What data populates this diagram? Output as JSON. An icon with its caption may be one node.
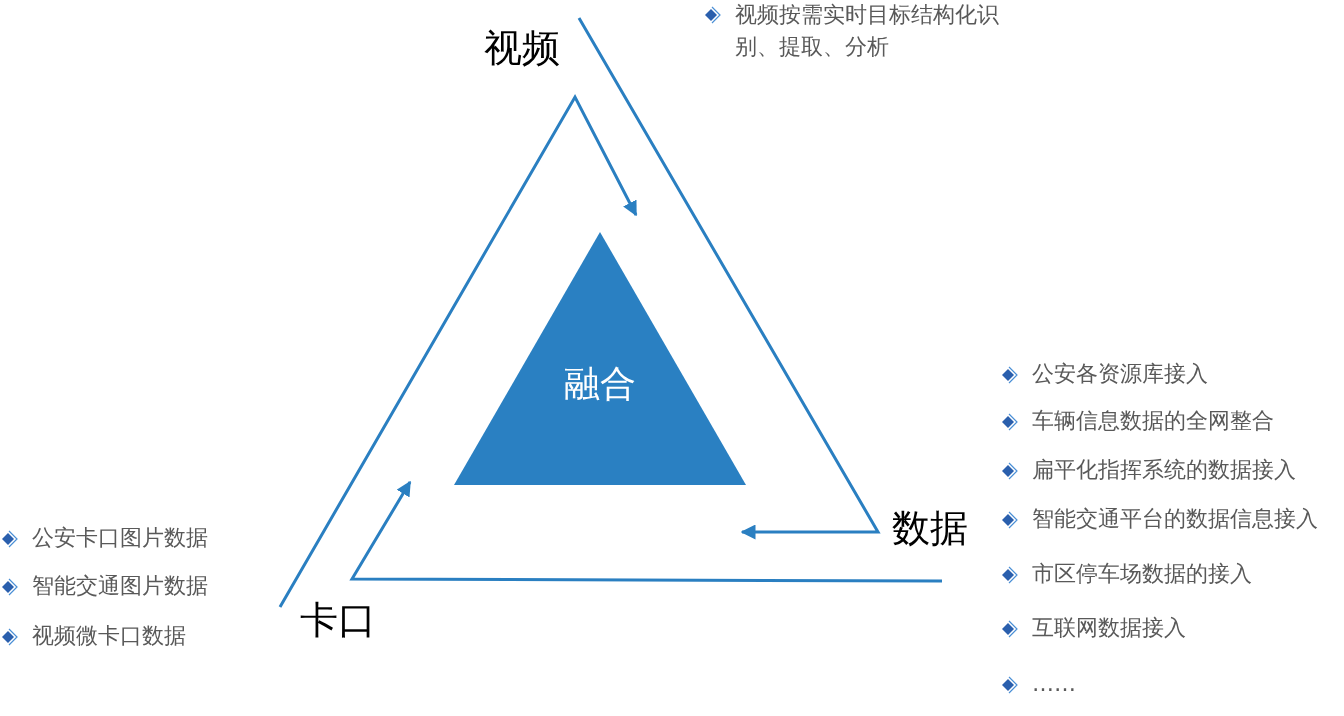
{
  "diagram": {
    "nodes": [
      {
        "text": [
          "视频"
        ]
      },
      {
        "text": [
          "卡口"
        ]
      },
      {
        "text": [
          "数据"
        ]
      },
      {
        "text": [
          "融合"
        ]
      }
    ],
    "edges": [
      {
        "from": 0,
        "to": 3,
        "arrow": "to"
      },
      {
        "from": 1,
        "to": 3,
        "arrow": "to"
      },
      {
        "from": 2,
        "to": 3,
        "arrow": "to"
      }
    ],
    "labels": [
      "视频按需实时目标结构化识别、提取、分析",
      "公安卡口图片数据",
      "智能交通图片数据",
      "视频微卡口数据",
      "公安各资源库接入",
      "车辆信息数据的全网整合",
      "扁平化指挥系统的数据接入",
      "智能交通平台的数据信息接入",
      "市区停车场数据的接入",
      "互联网数据接入",
      "……"
    ]
  }
}
